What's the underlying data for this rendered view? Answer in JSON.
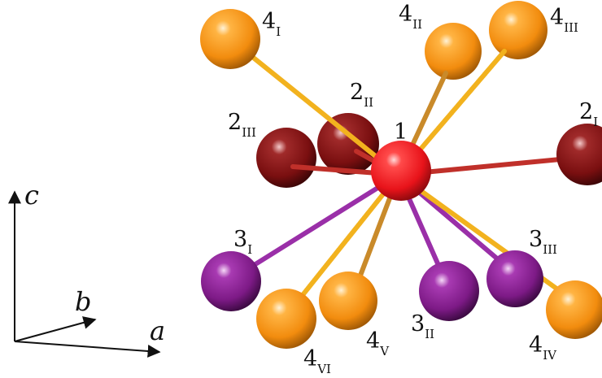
{
  "axes": {
    "c": "c",
    "b": "b",
    "a": "a"
  },
  "colors": {
    "center": "#e8131a",
    "site2": "#7a0f10",
    "site3": "#7d1a86",
    "site4": "#f28c0e",
    "bond_center_2": "#c0302a",
    "bond_center_3": "#9a2fa8",
    "bond_center_4": "#f2b21e",
    "bond_center_4_back": "#c98a2a"
  },
  "atoms": {
    "center": {
      "num": "1",
      "sub": ""
    },
    "a2_I": {
      "num": "2",
      "sub": "I"
    },
    "a2_II": {
      "num": "2",
      "sub": "II"
    },
    "a2_III": {
      "num": "2",
      "sub": "III"
    },
    "a3_I": {
      "num": "3",
      "sub": "I"
    },
    "a3_II": {
      "num": "3",
      "sub": "II"
    },
    "a3_III": {
      "num": "3",
      "sub": "III"
    },
    "a4_I": {
      "num": "4",
      "sub": "I"
    },
    "a4_II": {
      "num": "4",
      "sub": "II"
    },
    "a4_III": {
      "num": "4",
      "sub": "III"
    },
    "a4_IV": {
      "num": "4",
      "sub": "IV"
    },
    "a4_V": {
      "num": "4",
      "sub": "V"
    },
    "a4_VI": {
      "num": "4",
      "sub": "VI"
    }
  }
}
